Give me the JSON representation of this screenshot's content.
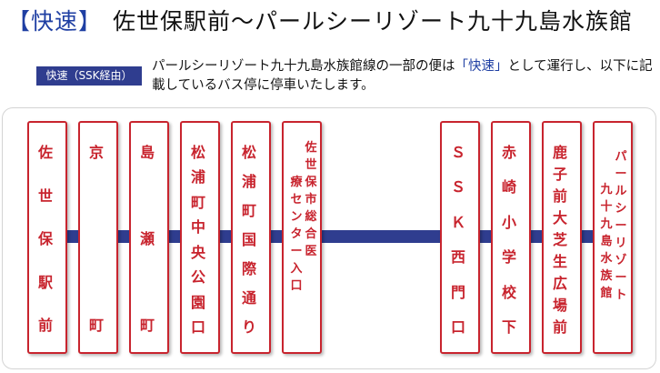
{
  "title": {
    "tag": "【快速】",
    "text": "佐世保駅前～パールシーリゾート九十九島水族館"
  },
  "badge": "快速（SSK経由）",
  "description": {
    "before": "パールシーリゾート九十九島水族館線の一部の便は",
    "highlight": "「快速」",
    "after": "として運行し、以下に記載しているバス停に停車いたします。"
  },
  "colors": {
    "route": "#2f3d8f",
    "stop_border": "#c8242e",
    "title_tag": "#1f3fa3"
  },
  "stops": [
    {
      "name": "佐世保駅前"
    },
    {
      "name": "京町"
    },
    {
      "name": "島瀬町"
    },
    {
      "name": "松浦町中央公園口"
    },
    {
      "name": "松浦町国際通り"
    },
    {
      "name": "佐世保市総合医療センター入口"
    },
    {
      "name": "ＳＳＫ西門口"
    },
    {
      "name": "赤崎小学校下"
    },
    {
      "name": "鹿子前大芝生広場前"
    },
    {
      "name": "パールシーリゾート九十九島水族館"
    }
  ]
}
